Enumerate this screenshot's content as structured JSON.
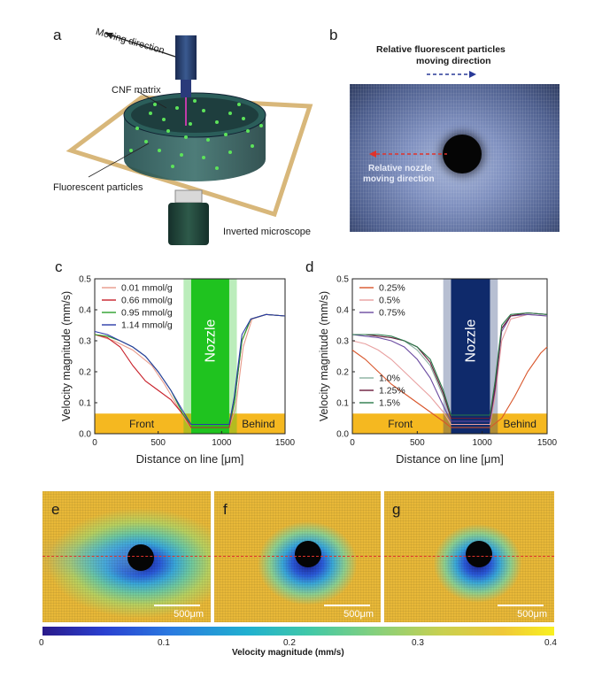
{
  "panels": {
    "a": {
      "letter": "a",
      "moving_direction": "Moving direction",
      "cnf_matrix": "CNF matrix",
      "fluorescent_particles": "Fluorescent particles",
      "inverted_microscope": "Inverted microscope"
    },
    "b": {
      "letter": "b",
      "title_line1": "Relative fluorescent particles",
      "title_line2": "moving direction",
      "nozzle_line1": "Relative nozzle",
      "nozzle_line2": "moving direction"
    },
    "c": {
      "letter": "c"
    },
    "d": {
      "letter": "d"
    },
    "e": {
      "letter": "e",
      "scale": "500μm"
    },
    "f": {
      "letter": "f",
      "scale": "500μm"
    },
    "g": {
      "letter": "g",
      "scale": "500μm"
    }
  },
  "colorbar": {
    "title": "Velocity magnitude (mm/s)",
    "ticks": [
      "0",
      "0.1",
      "0.2",
      "0.3",
      "0.4"
    ]
  },
  "colors": {
    "front_behind_band": "#f5b820",
    "nozzle_c": "#1fc31f",
    "nozzle_d": "#0f2a6b",
    "laser": "#e0322a",
    "frame": "#d8b77a"
  },
  "chart_data": [
    {
      "type": "line",
      "panel": "c",
      "xlabel": "Distance on line [μm]",
      "ylabel": "Velocity magnitude (mm/s)",
      "xlim": [
        0,
        1500
      ],
      "ylim": [
        0,
        0.5
      ],
      "xticks": [
        "0",
        "500",
        "1000",
        "1500"
      ],
      "yticks": [
        "0.0",
        "0.1",
        "0.2",
        "0.3",
        "0.4",
        "0.5"
      ],
      "nozzle_label": "Nozzle",
      "front_label": "Front",
      "behind_label": "Behind",
      "nozzle_range": [
        760,
        1060
      ],
      "series": [
        {
          "name": "0.01 mmol/g",
          "color": "#e89a8a",
          "x": [
            0,
            150,
            300,
            450,
            550,
            650,
            720,
            760,
            1060,
            1110,
            1170,
            1240,
            1350,
            1500
          ],
          "y": [
            0.32,
            0.3,
            0.27,
            0.22,
            0.16,
            0.09,
            0.04,
            0.02,
            0.02,
            0.08,
            0.28,
            0.37,
            0.385,
            0.38
          ]
        },
        {
          "name": "0.66 mmol/g",
          "color": "#c8202a",
          "x": [
            0,
            100,
            200,
            300,
            400,
            500,
            600,
            700,
            760,
            1060,
            1100,
            1160,
            1230,
            1350,
            1500
          ],
          "y": [
            0.32,
            0.31,
            0.28,
            0.22,
            0.17,
            0.14,
            0.11,
            0.06,
            0.02,
            0.02,
            0.1,
            0.3,
            0.37,
            0.385,
            0.38
          ]
        },
        {
          "name": "0.95 mmol/g",
          "color": "#2aa02a",
          "x": [
            0,
            100,
            200,
            300,
            400,
            500,
            600,
            700,
            760,
            1060,
            1100,
            1160,
            1230,
            1350,
            1500
          ],
          "y": [
            0.32,
            0.315,
            0.3,
            0.28,
            0.25,
            0.2,
            0.14,
            0.06,
            0.03,
            0.03,
            0.1,
            0.3,
            0.37,
            0.385,
            0.38
          ]
        },
        {
          "name": "1.14 mmol/g",
          "color": "#2a3aa8",
          "x": [
            0,
            100,
            200,
            300,
            400,
            500,
            600,
            700,
            760,
            1060,
            1100,
            1160,
            1230,
            1350,
            1500
          ],
          "y": [
            0.33,
            0.32,
            0.3,
            0.28,
            0.25,
            0.2,
            0.14,
            0.07,
            0.03,
            0.03,
            0.12,
            0.32,
            0.37,
            0.385,
            0.38
          ]
        }
      ]
    },
    {
      "type": "line",
      "panel": "d",
      "xlabel": "Distance on line [μm]",
      "ylabel": "Velocity magnitude (mm/s)",
      "xlim": [
        0,
        1500
      ],
      "ylim": [
        0,
        0.5
      ],
      "xticks": [
        "0",
        "500",
        "1000",
        "1500"
      ],
      "yticks": [
        "0.0",
        "0.1",
        "0.2",
        "0.3",
        "0.4",
        "0.5"
      ],
      "nozzle_label": "Nozzle",
      "front_label": "Front",
      "behind_label": "Behind",
      "nozzle_range": [
        760,
        1060
      ],
      "series": [
        {
          "name": "0.25%",
          "color": "#d8552a",
          "x": [
            0,
            100,
            200,
            300,
            400,
            500,
            600,
            700,
            760,
            1060,
            1150,
            1250,
            1350,
            1450,
            1500
          ],
          "y": [
            0.27,
            0.24,
            0.2,
            0.16,
            0.13,
            0.1,
            0.07,
            0.04,
            0.02,
            0.02,
            0.05,
            0.12,
            0.2,
            0.26,
            0.28
          ]
        },
        {
          "name": "0.5%",
          "color": "#e8a0a0",
          "x": [
            0,
            100,
            200,
            300,
            400,
            500,
            600,
            700,
            760,
            1060,
            1100,
            1150,
            1220,
            1350,
            1500
          ],
          "y": [
            0.3,
            0.29,
            0.27,
            0.24,
            0.2,
            0.16,
            0.12,
            0.07,
            0.03,
            0.03,
            0.12,
            0.3,
            0.37,
            0.385,
            0.38
          ]
        },
        {
          "name": "0.75%",
          "color": "#6a4aa0",
          "x": [
            0,
            100,
            200,
            300,
            400,
            500,
            600,
            700,
            760,
            1060,
            1100,
            1150,
            1220,
            1350,
            1500
          ],
          "y": [
            0.32,
            0.315,
            0.31,
            0.3,
            0.28,
            0.24,
            0.18,
            0.09,
            0.04,
            0.04,
            0.14,
            0.33,
            0.38,
            0.385,
            0.38
          ]
        },
        {
          "name": "1.0%",
          "color": "#8ab0a0",
          "x": [
            0,
            100,
            200,
            300,
            400,
            500,
            600,
            700,
            760,
            1060,
            1100,
            1150,
            1220,
            1350,
            1500
          ],
          "y": [
            0.32,
            0.32,
            0.315,
            0.31,
            0.3,
            0.27,
            0.22,
            0.12,
            0.05,
            0.05,
            0.16,
            0.34,
            0.38,
            0.39,
            0.385
          ]
        },
        {
          "name": "1.25%",
          "color": "#6a1a3a",
          "x": [
            0,
            100,
            200,
            300,
            400,
            500,
            600,
            700,
            760,
            1060,
            1100,
            1150,
            1220,
            1350,
            1500
          ],
          "y": [
            0.32,
            0.32,
            0.315,
            0.31,
            0.3,
            0.28,
            0.23,
            0.13,
            0.05,
            0.05,
            0.15,
            0.34,
            0.38,
            0.39,
            0.385
          ]
        },
        {
          "name": "1.5%",
          "color": "#2a7a4a",
          "x": [
            0,
            100,
            200,
            300,
            400,
            500,
            600,
            700,
            760,
            1060,
            1100,
            1150,
            1220,
            1350,
            1500
          ],
          "y": [
            0.32,
            0.32,
            0.32,
            0.315,
            0.3,
            0.28,
            0.24,
            0.14,
            0.06,
            0.06,
            0.17,
            0.35,
            0.385,
            0.39,
            0.385
          ]
        }
      ]
    }
  ]
}
